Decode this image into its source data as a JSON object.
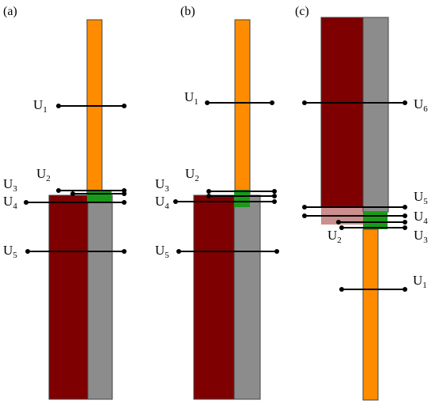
{
  "colors": {
    "orange": "#ff8c00",
    "dark_red": "#7f0000",
    "gray": "#8c8c8c",
    "green": "#1a9a1a",
    "pink": "#cc8e8e",
    "line": "#000000"
  },
  "panels": [
    {
      "label": "(a)",
      "labels": {
        "u1": {
          "base": "U",
          "sub": "1"
        },
        "u2": {
          "base": "U",
          "sub": "2"
        },
        "u3": {
          "base": "U",
          "sub": "3"
        },
        "u4": {
          "base": "U",
          "sub": "4"
        },
        "u5": {
          "base": "U",
          "sub": "5"
        }
      }
    },
    {
      "label": "(b)",
      "labels": {
        "u1": {
          "base": "U",
          "sub": "1"
        },
        "u2": {
          "base": "U",
          "sub": "2"
        },
        "u3": {
          "base": "U",
          "sub": "3"
        },
        "u4": {
          "base": "U",
          "sub": "4"
        },
        "u5": {
          "base": "U",
          "sub": "5"
        }
      }
    },
    {
      "label": "(c)",
      "labels": {
        "u6": {
          "base": "U",
          "sub": "6"
        },
        "u5": {
          "base": "U",
          "sub": "5"
        },
        "u4": {
          "base": "U",
          "sub": "4"
        },
        "u2": {
          "base": "U",
          "sub": "2"
        },
        "u3": {
          "base": "U",
          "sub": "3"
        },
        "u1": {
          "base": "U",
          "sub": "1"
        }
      }
    }
  ]
}
